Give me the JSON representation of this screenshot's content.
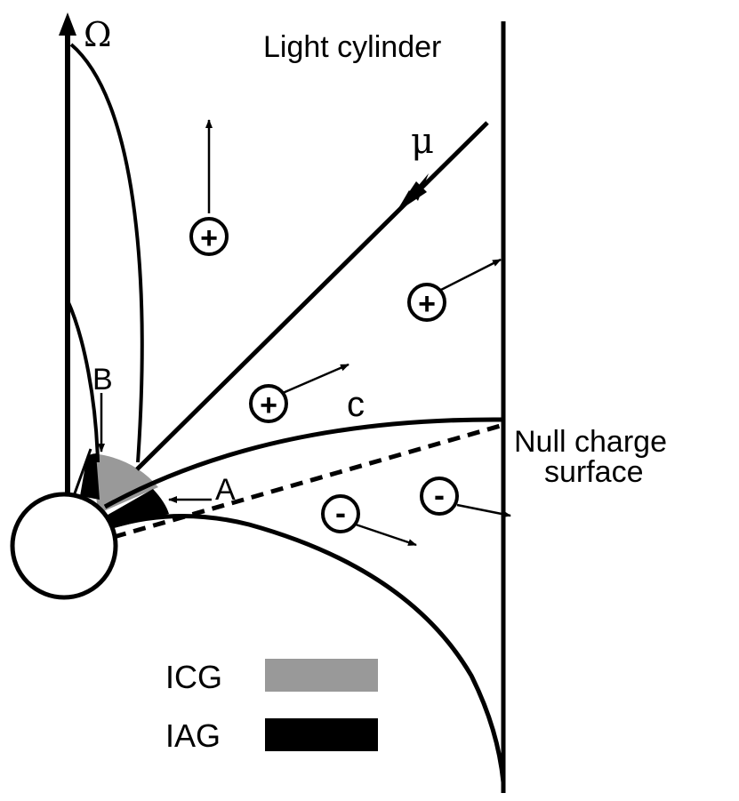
{
  "labels": {
    "omega": "Ω",
    "light_cylinder": "Light cylinder",
    "mu": "μ",
    "c": "c",
    "null_charge_line1": "Null charge",
    "null_charge_line2": "surface",
    "a": "A",
    "b": "B"
  },
  "charges": {
    "plus": "+",
    "minus": "-"
  },
  "legend": [
    {
      "label": "ICG",
      "color": "#999999"
    },
    {
      "label": "IAG",
      "color": "#000000"
    }
  ]
}
